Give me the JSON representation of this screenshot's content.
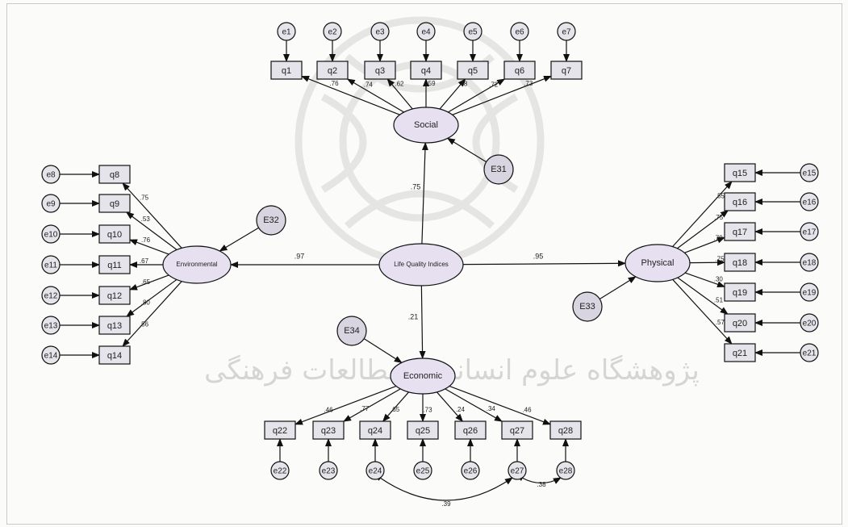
{
  "diagram": {
    "latent_center": "Life Quality Indices",
    "factors": [
      {
        "id": "social",
        "label": "Social"
      },
      {
        "id": "env",
        "label": "Environmental"
      },
      {
        "id": "phys",
        "label": "Physical"
      },
      {
        "id": "econ",
        "label": "Economic"
      }
    ],
    "disturbances": [
      {
        "id": "E31",
        "label": "E31",
        "target": "social"
      },
      {
        "id": "E32",
        "label": "E32",
        "target": "env"
      },
      {
        "id": "E33",
        "label": "E33",
        "target": "phys"
      },
      {
        "id": "E34",
        "label": "E34",
        "target": "econ"
      }
    ],
    "structural_paths": [
      {
        "from": "center",
        "to": "social",
        "label": ".75"
      },
      {
        "from": "center",
        "to": "env",
        "label": ".97"
      },
      {
        "from": "center",
        "to": "phys",
        "label": ".95"
      },
      {
        "from": "center",
        "to": "econ",
        "label": ".21"
      }
    ],
    "indicators": [
      {
        "label": "q1",
        "error": "e1",
        "factor": "social",
        "loading": ".76"
      },
      {
        "label": "q2",
        "error": "e2",
        "factor": "social",
        "loading": ".74"
      },
      {
        "label": "q3",
        "error": "e3",
        "factor": "social",
        "loading": ".62"
      },
      {
        "label": "q4",
        "error": "e4",
        "factor": "social",
        "loading": ".59"
      },
      {
        "label": "q5",
        "error": "e5",
        "factor": "social",
        "loading": ".78"
      },
      {
        "label": "q6",
        "error": "e6",
        "factor": "social",
        "loading": ".72"
      },
      {
        "label": "q7",
        "error": "e7",
        "factor": "social",
        "loading": ".73"
      },
      {
        "label": "q8",
        "error": "e8",
        "factor": "env",
        "loading": ".75"
      },
      {
        "label": "q9",
        "error": "e9",
        "factor": "env",
        "loading": ".53"
      },
      {
        "label": "q10",
        "error": "e10",
        "factor": "env",
        "loading": ".76"
      },
      {
        "label": "q11",
        "error": "e11",
        "factor": "env",
        "loading": ".67"
      },
      {
        "label": "q12",
        "error": "e12",
        "factor": "env",
        "loading": ".65"
      },
      {
        "label": "q13",
        "error": "e13",
        "factor": "env",
        "loading": ".80"
      },
      {
        "label": "q14",
        "error": "e14",
        "factor": "env",
        "loading": ".56"
      },
      {
        "label": "q15",
        "error": "e15",
        "factor": "phys",
        "loading": ".55"
      },
      {
        "label": "q16",
        "error": "e16",
        "factor": "phys",
        "loading": ".75"
      },
      {
        "label": "q17",
        "error": "e17",
        "factor": "phys",
        "loading": ".79"
      },
      {
        "label": "q18",
        "error": "e18",
        "factor": "phys",
        "loading": ".75"
      },
      {
        "label": "q19",
        "error": "e19",
        "factor": "phys",
        "loading": ".30"
      },
      {
        "label": "q20",
        "error": "e20",
        "factor": "phys",
        "loading": ".51"
      },
      {
        "label": "q21",
        "error": "e21",
        "factor": "phys",
        "loading": ".57"
      },
      {
        "label": "q22",
        "error": "e22",
        "factor": "econ",
        "loading": ".46"
      },
      {
        "label": "q23",
        "error": "e23",
        "factor": "econ",
        "loading": ".77"
      },
      {
        "label": "q24",
        "error": "e24",
        "factor": "econ",
        "loading": ".65"
      },
      {
        "label": "q25",
        "error": "e25",
        "factor": "econ",
        "loading": ".73"
      },
      {
        "label": "q26",
        "error": "e26",
        "factor": "econ",
        "loading": ".24"
      },
      {
        "label": "q27",
        "error": "e27",
        "factor": "econ",
        "loading": ".34"
      },
      {
        "label": "q28",
        "error": "e28",
        "factor": "econ",
        "loading": ".46"
      }
    ],
    "covariances": [
      {
        "from": "e24",
        "to": "e27",
        "label": ".39"
      },
      {
        "from": "e27",
        "to": "e28",
        "label": ".38"
      }
    ]
  },
  "watermark_text": "پژوهشگاه علوم انسانی و مطالعات فرهنگی",
  "colors": {
    "latent_fill": "#e6e0f0",
    "box_fill": "#e4e4ea",
    "stroke": "#111111",
    "watermark": "#b0b0b0"
  }
}
